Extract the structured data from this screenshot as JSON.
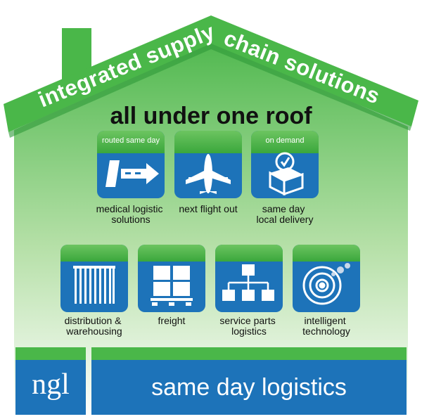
{
  "roof_banner": "integrated supply chain solutions",
  "headline": "all under one roof",
  "tiles_top": [
    {
      "tag": "routed same day",
      "caption_lines": [
        "medical logistic",
        "solutions"
      ],
      "icon": "road-arrow-icon"
    },
    {
      "tag": "",
      "caption_lines": [
        "next flight out"
      ],
      "icon": "airplane-icon"
    },
    {
      "tag": "on demand",
      "caption_lines": [
        "same day",
        "local delivery"
      ],
      "icon": "clock-package-icon"
    }
  ],
  "tiles_bottom": [
    {
      "caption_lines": [
        "distribution &",
        "warehousing"
      ],
      "icon": "warehouse-racks-icon"
    },
    {
      "caption_lines": [
        "freight"
      ],
      "icon": "pallet-boxes-icon"
    },
    {
      "caption_lines": [
        "service parts",
        "logistics"
      ],
      "icon": "network-boxes-icon"
    },
    {
      "caption_lines": [
        "intelligent",
        "technology"
      ],
      "icon": "radar-target-icon"
    }
  ],
  "footer": {
    "logo": "ngl",
    "tagline": "same day logistics"
  },
  "colors": {
    "green": "#4ab749",
    "blue": "#1d73b9",
    "dark_green": "#2f9a38"
  }
}
